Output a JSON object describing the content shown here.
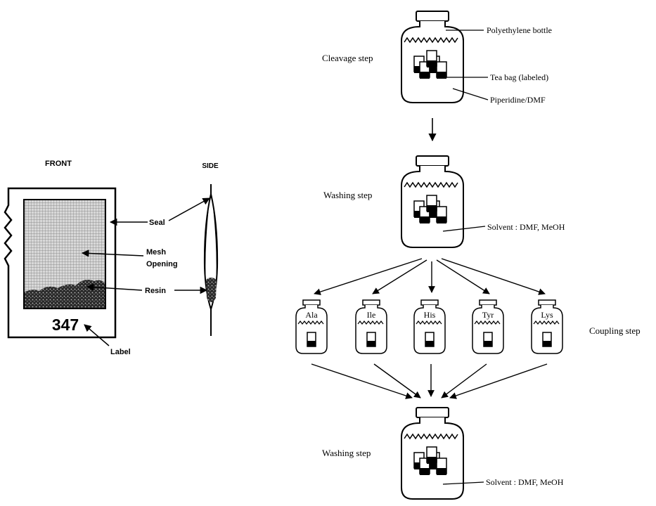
{
  "teabag": {
    "front_label": "FRONT",
    "side_label": "SIDE",
    "seal_label": "Seal",
    "mesh_label_line1": "Mesh",
    "mesh_label_line2": "Opening",
    "resin_label": "Resin",
    "number": "347",
    "label_label": "Label"
  },
  "process": {
    "cleavage_step": "Cleavage step",
    "bottle_label": "Polyethylene bottle",
    "teabag_label": "Tea bag (labeled)",
    "reagent_label": "Piperidine/DMF",
    "washing_step_1": "Washing step",
    "solvent_1": "Solvent : DMF, MeOH",
    "coupling_step": "Coupling step",
    "amino_acids": [
      "Ala",
      "Ile",
      "His",
      "Tyr",
      "Lys"
    ],
    "washing_step_2": "Washing step",
    "solvent_2": "Solvent : DMF, MeOH"
  }
}
